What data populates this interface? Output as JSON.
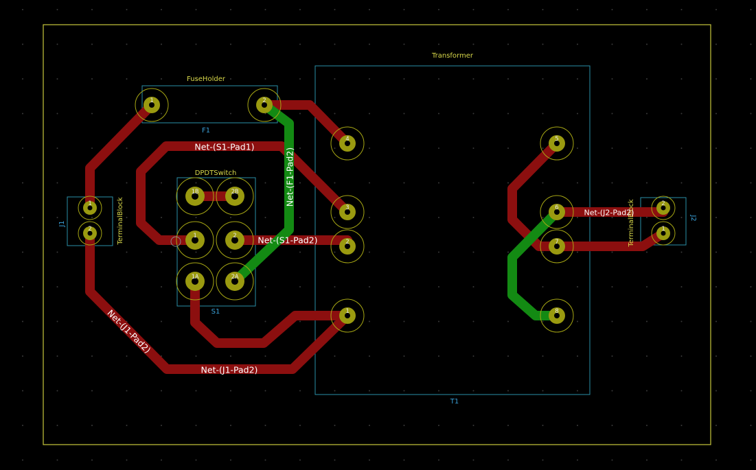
{
  "components": {
    "F1": {
      "ref": "F1",
      "value": "FuseHolder"
    },
    "S1": {
      "ref": "S1",
      "value": "DPDTSwitch"
    },
    "T1": {
      "ref": "T1",
      "value": "Transformer"
    },
    "J1": {
      "ref": "J1",
      "value": "TerminalBlock"
    },
    "J2": {
      "ref": "J2",
      "value": "TerminalBlock"
    }
  },
  "pads": {
    "F1_1": "1",
    "F1_2": "2",
    "S1_1B": "1B",
    "S1_2B": "2B",
    "S1_1": "1",
    "S1_2": "2",
    "S1_1A": "1A",
    "S1_2A": "2A",
    "J1_1": "1",
    "J1_2": "2",
    "J2_1": "1",
    "J2_2": "2",
    "T1_1": "1",
    "T1_2": "2",
    "T1_3": "3",
    "T1_4": "4",
    "T1_5": "5",
    "T1_6": "6",
    "T1_7": "7",
    "T1_8": "8"
  },
  "nets": {
    "s1_pad1": "Net-(S1-Pad1)",
    "s1_pad2": "Net-(S1-Pad2)",
    "f1_pad2": "Net-(F1-Pad2)",
    "j1_pad2_a": "Net-(J1-Pad2)",
    "j1_pad2_b": "Net-(J1-Pad2)",
    "j2_pad2": "Net-(J2-Pad2)"
  },
  "colors": {
    "background": "#000000",
    "front_copper": "#8c0f0f",
    "back_copper": "#138a13",
    "edge_cuts": "#c8c83c",
    "courtyard": "#2a8fa8",
    "pad": "#9a9a10"
  }
}
